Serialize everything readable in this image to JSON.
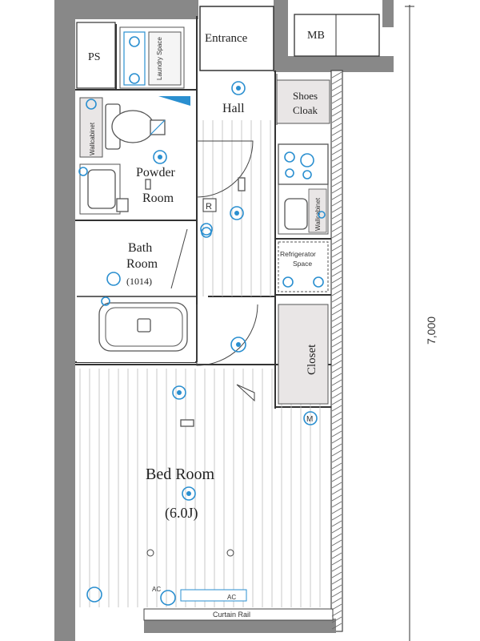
{
  "rooms": {
    "ps": "PS",
    "entrance": "Entrance",
    "mb": "MB",
    "laundry": "Laundry Space",
    "hall": "Hall",
    "shoes_cloak": [
      "Shoes",
      "Cloak"
    ],
    "wall_cabinet": "Wallcabinet",
    "powder_room": [
      "Powder",
      "Room"
    ],
    "kitchen_wall_cabinet": "Wallcabinet",
    "refrigerator": [
      "Refrigerator",
      "Space"
    ],
    "bath_room": [
      "Bath",
      "Room"
    ],
    "bath_size": "(1014)",
    "closet": "Closet",
    "bed_room": "Bed Room",
    "bed_size": "(6.0J)",
    "curtain_rail": "Curtain Rail"
  },
  "markers": {
    "r": "R",
    "m": "M",
    "ac_1": "AC",
    "ac_2": "AC"
  },
  "dimension": {
    "depth": "7,000"
  },
  "colors": {
    "wall": "#8a8a8a",
    "outline": "#333333",
    "equipment": "#2a8fd0",
    "storage": "#e9e6e6"
  }
}
